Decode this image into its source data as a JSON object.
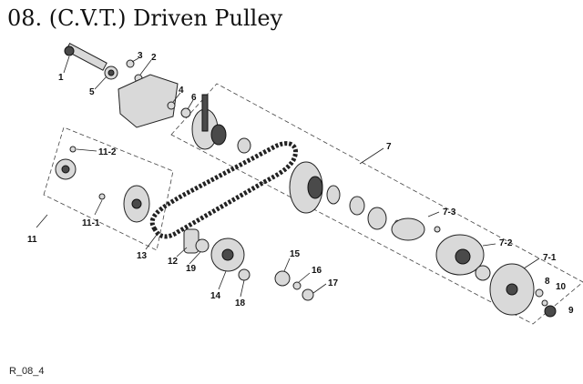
{
  "title": "08. (C.V.T.) Driven Pulley",
  "footer_code": "R_08_4",
  "callouts": {
    "c1": "1",
    "c2": "2",
    "c3": "3",
    "c4": "4",
    "c5": "5",
    "c6": "6",
    "c7": "7",
    "c7_1": "7-1",
    "c7_2": "7-2",
    "c7_3": "7-3",
    "c8": "8",
    "c9": "9",
    "c10": "10",
    "c11": "11",
    "c11_1": "11-1",
    "c11_2": "11-2",
    "c12": "12",
    "c13": "13",
    "c14": "14",
    "c15": "15",
    "c16": "16",
    "c17": "17",
    "c18": "18",
    "c19": "19"
  }
}
